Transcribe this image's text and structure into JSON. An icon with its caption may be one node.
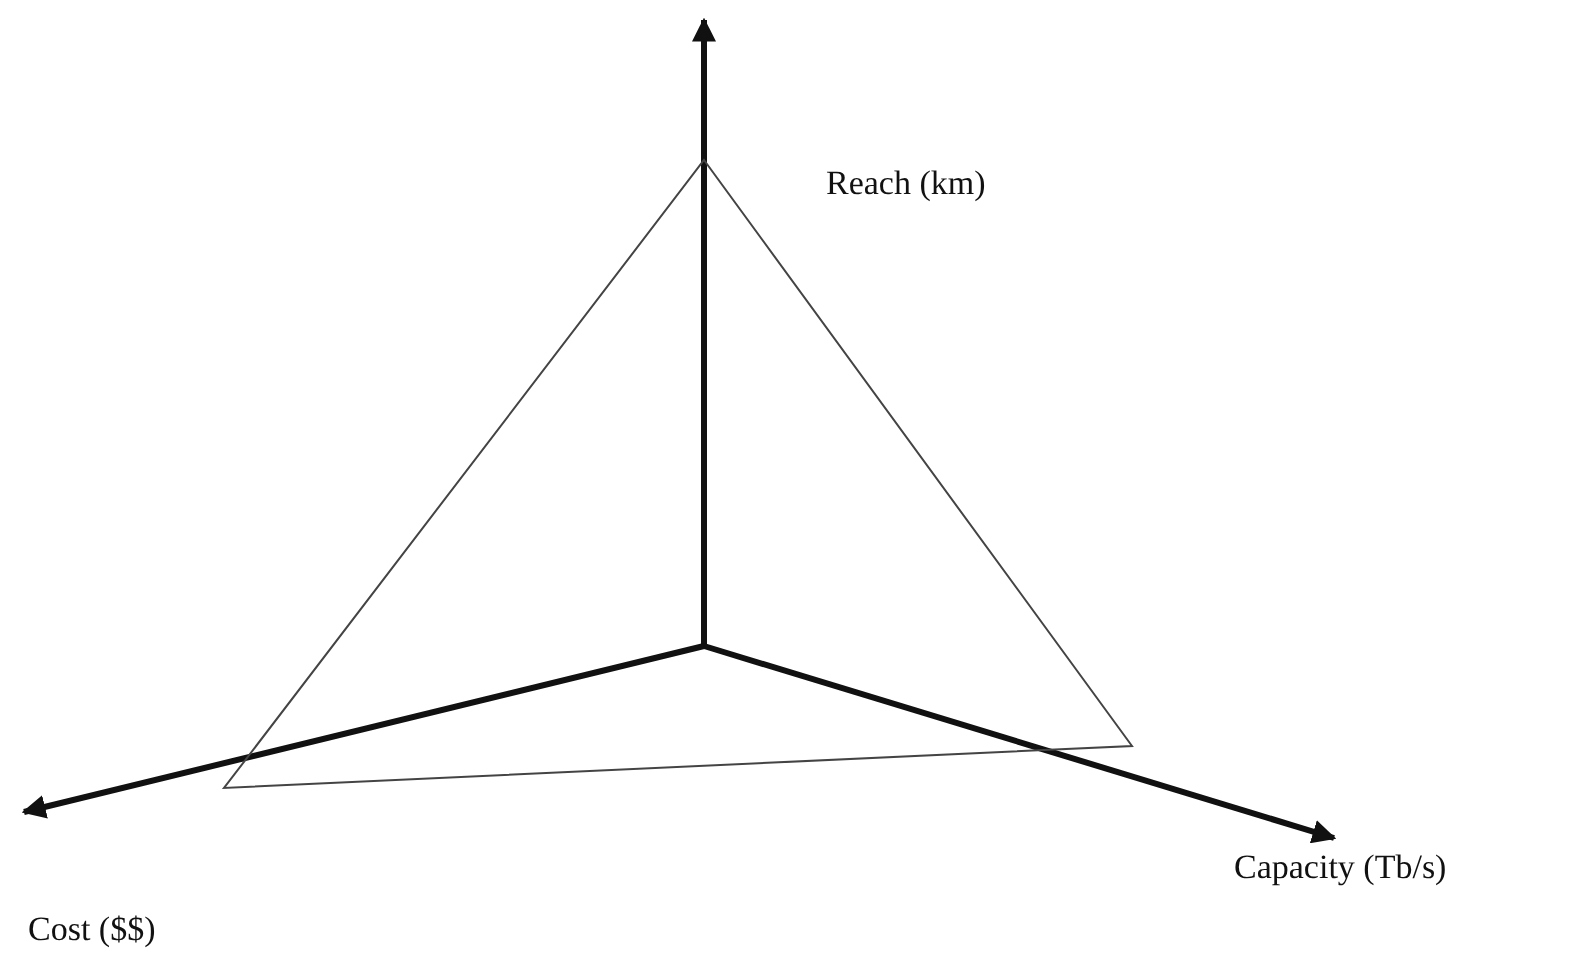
{
  "diagram": {
    "labels": [
      "Reach (km)",
      "Capacity (Tb/s)",
      "Cost ($$)"
    ]
  }
}
